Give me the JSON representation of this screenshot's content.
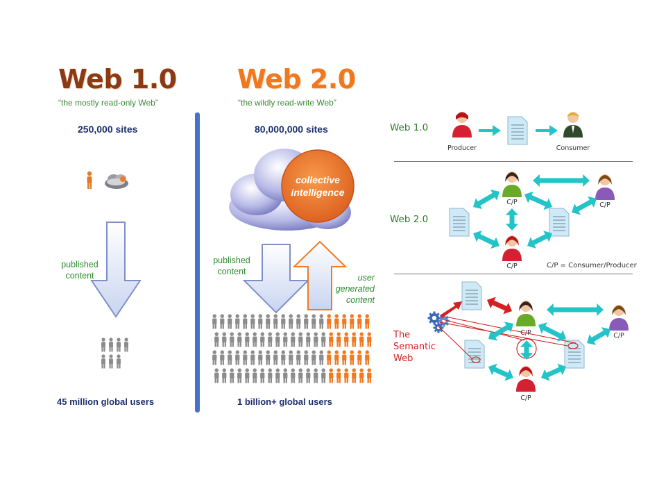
{
  "web1": {
    "title": "Web 1.0",
    "tagline": "“the mostly read-only Web”",
    "sites": "250,000 sites",
    "arrow_label_line1": "published",
    "arrow_label_line2": "content",
    "users": "45 million global users"
  },
  "web2": {
    "title": "Web 2.0",
    "tagline": "“the wildly read-write Web”",
    "sites": "80,000,000 sites",
    "cloud_line1": "collective",
    "cloud_line2": "intelligence",
    "down_label_line1": "published",
    "down_label_line2": "content",
    "up_label_line1": "user",
    "up_label_line2": "generated",
    "up_label_line3": "content",
    "users": "1 billion+ global users"
  },
  "right": {
    "row1": {
      "label": "Web 1.0",
      "producer": "Producer",
      "consumer": "Consumer"
    },
    "row2": {
      "label": "Web 2.0",
      "cp": "C/P",
      "note": "C/P = Consumer/Producer"
    },
    "row3": {
      "label_line1": "The",
      "label_line2": "Semantic",
      "label_line3": "Web",
      "cp": "C/P"
    }
  },
  "colors": {
    "web1_title": "#8b3a14",
    "web2_title": "#f0781e",
    "divider": "#4a72c4",
    "teal_arrow": "#22c4c8",
    "semantic_red": "#d42020",
    "orange_people": "#f07a22",
    "gray_people": "#8c8c8c"
  },
  "icons": [
    "person-icon",
    "cloud-icon",
    "document-icon",
    "gear-icon",
    "arrow-icon"
  ]
}
